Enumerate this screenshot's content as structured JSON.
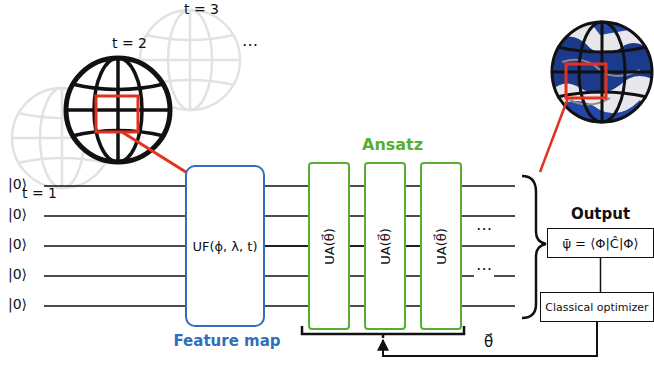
{
  "diagram": {
    "nodes": [
      {
        "text": [
          "UF(ϕ, λ, t)",
          "Feature map"
        ]
      },
      {
        "text": [
          "UA(θ⃗)"
        ]
      },
      {
        "text": [
          "UA(θ⃗)"
        ]
      },
      {
        "text": [
          "UA(θ⃗)"
        ]
      },
      {
        "text": [
          "ψ̄ = ⟨Φ|Ĉ|Φ⟩",
          "Output"
        ]
      },
      {
        "text": [
          "Classical optimizer"
        ]
      }
    ],
    "edges": [
      {
        "from": 0,
        "to": 1,
        "arrow": "none"
      },
      {
        "from": 1,
        "to": 2,
        "arrow": "none"
      },
      {
        "from": 2,
        "to": 3,
        "arrow": "none"
      },
      {
        "from": 4,
        "to": 5,
        "arrow": "none"
      },
      {
        "from": 5,
        "to": 2,
        "arrow": "to",
        "label": "θ⃗"
      }
    ],
    "labels": [
      "t = 1",
      "t = 2",
      "t = 3",
      "⋯",
      "|0⟩",
      "|0⟩",
      "|0⟩",
      "|0⟩",
      "|0⟩",
      "Ansatz",
      "⋯",
      "⋯"
    ]
  }
}
